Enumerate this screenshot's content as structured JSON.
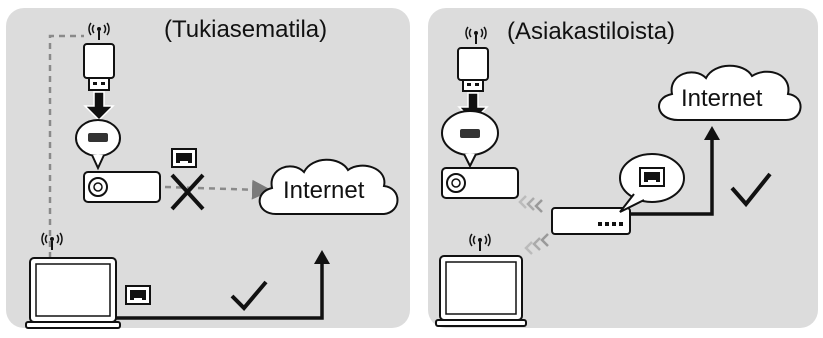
{
  "panels": {
    "left": {
      "title": "(Tukiasematila)",
      "internet_label": "Internet"
    },
    "right": {
      "title": "(Asiakastiloista)",
      "internet_label": "Internet"
    }
  },
  "colors": {
    "panel_bg": "#dcdcdc",
    "line": "#111111",
    "dashed_dark": "#7a7a7a",
    "dashed_light": "#a8a8a8",
    "device_fill": "#ffffff"
  },
  "icons": [
    "wifi-icon",
    "usb-dongle-icon",
    "hdmi-port-icon",
    "ethernet-port-icon",
    "projector-icon",
    "laptop-icon",
    "router-icon",
    "cloud-icon",
    "check-icon",
    "cross-icon"
  ]
}
